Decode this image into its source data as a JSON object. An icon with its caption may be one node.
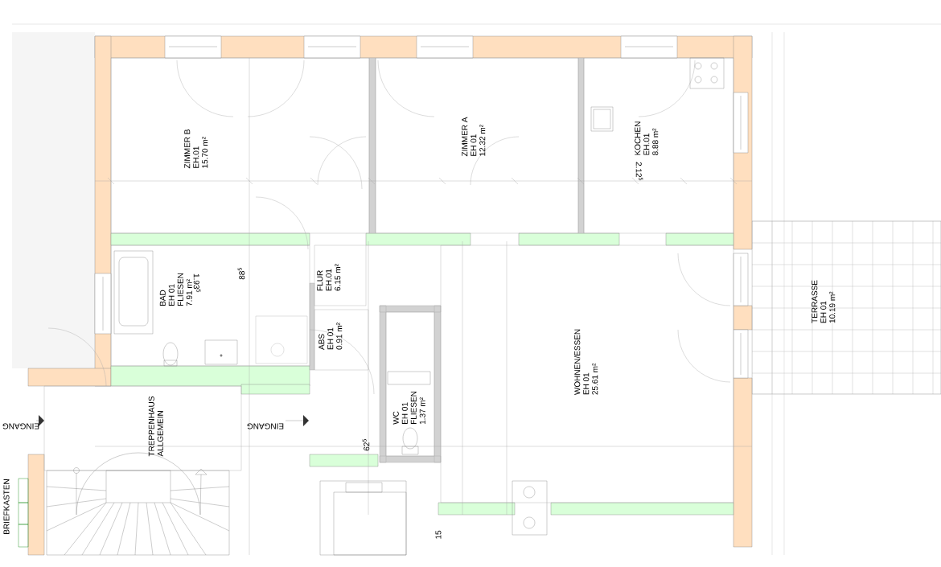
{
  "diagram": {
    "nodes": [
      {
        "text": [
          "ZIMMER B",
          "EH.01",
          "15.70 m²"
        ]
      },
      {
        "text": [
          "ZIMMER A",
          "EH 01",
          "12.32 m²"
        ]
      },
      {
        "text": [
          "KOCHEN",
          "EH.01",
          "8.88 m²"
        ]
      },
      {
        "text": [
          "BAD",
          "EH 01",
          "FLIESEN",
          "7.91 m²"
        ]
      },
      {
        "text": [
          "FLUR",
          "EH.01",
          "6.15 m²"
        ]
      },
      {
        "text": [
          "ABS",
          "EH 01",
          "0.91 m²"
        ]
      },
      {
        "text": [
          "WC",
          "EH 01",
          "FLIESEN",
          "1.37 m²"
        ]
      },
      {
        "text": [
          "WOHNEN/ESSEN",
          "EH 01",
          "25.61 m²"
        ]
      },
      {
        "text": [
          "TERRASSE",
          "EH 01",
          "10.19 m²"
        ]
      },
      {
        "text": [
          "TREPPENHAUS",
          "ALLGEMEIN"
        ]
      }
    ],
    "labels": [
      "EINGANG",
      "EINGANG",
      "BRIEFKASTEN",
      "1.93$^{5}$",
      "88$^{5}$",
      "2.12$^{5}$",
      "62$^{5}$",
      "15"
    ]
  }
}
